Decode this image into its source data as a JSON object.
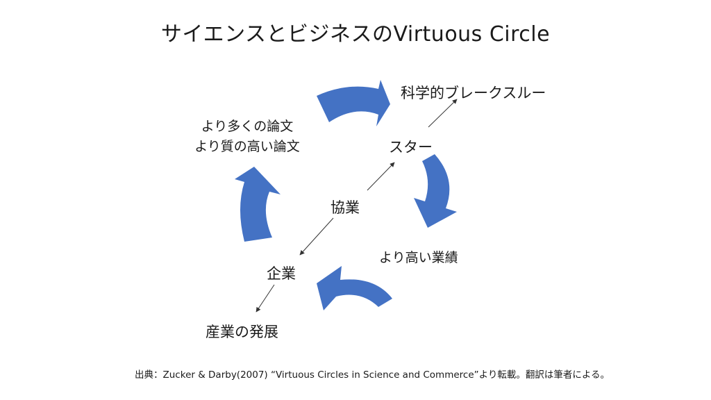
{
  "title": "サイエンスとビジネスのVirtuous Circle",
  "nodes": {
    "breakthrough": "科学的ブレークスルー",
    "star": "スター",
    "collaboration": "協業",
    "company": "企業",
    "industry": "産業の発展",
    "performance": "より高い業績",
    "papers_line1": "より多くの論文",
    "papers_line2": "より質の高い論文"
  },
  "source": "出典：Zucker & Darby(2007) “Virtuous Circles in Science and Commerce”より転載。翻訳は筆者による。",
  "colors": {
    "arrow_fill": "#4472C4",
    "text": "#1a1a1a",
    "connector": "#333333"
  }
}
